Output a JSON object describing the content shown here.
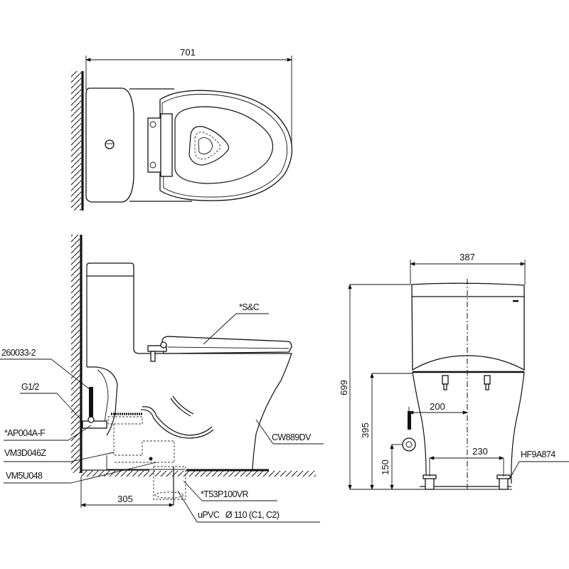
{
  "drawing": {
    "top_view": {
      "width_dimension": "701"
    },
    "side_view": {
      "rough_in_dimension": "305",
      "callouts": {
        "supply_hose": "260033-2",
        "thread": "G1/2",
        "angle_valve": "*AP004A-F",
        "flush_valve": "VM3D046Z",
        "outlet_seal": "VM5U048",
        "seat_cover": "*S&C",
        "body_model": "CW889DV",
        "drain_adapter": "*T53P100VR",
        "drain_pipe": "uPVC   Ø 110 (C1, C2)"
      }
    },
    "front_view": {
      "width_dimension": "387",
      "height_dimension": "699",
      "seat_height_dimension": "395",
      "supply_height_dimension": "150",
      "supply_offset_dimension": "200",
      "bolt_spacing_dimension": "230",
      "bolt_callout": "HF9A874"
    }
  }
}
